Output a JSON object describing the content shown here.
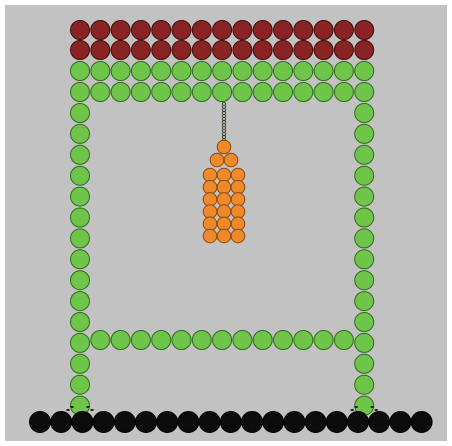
{
  "colors": {
    "page_background": "#ffffff",
    "canvas_background": "#c2c2c2",
    "frame_ball": "#6fc54a",
    "frame_ball_outline": "#2f6a1e",
    "top_weight_ball": "#8a2424",
    "top_weight_outline": "#3e0e0e",
    "ground_ball": "#0c0c0c",
    "ground_outline": "#000000",
    "hanging_weight_ball": "#f0892a",
    "hanging_weight_outline": "#8a4a10",
    "chain": "#3e4a30"
  },
  "scene": {
    "description_items": [
      "top-weight-rows",
      "frame-top-beam",
      "frame-left-leg",
      "frame-right-leg",
      "frame-crossbar",
      "chain",
      "hanging-weight",
      "ground-row",
      "joint-markers"
    ]
  }
}
